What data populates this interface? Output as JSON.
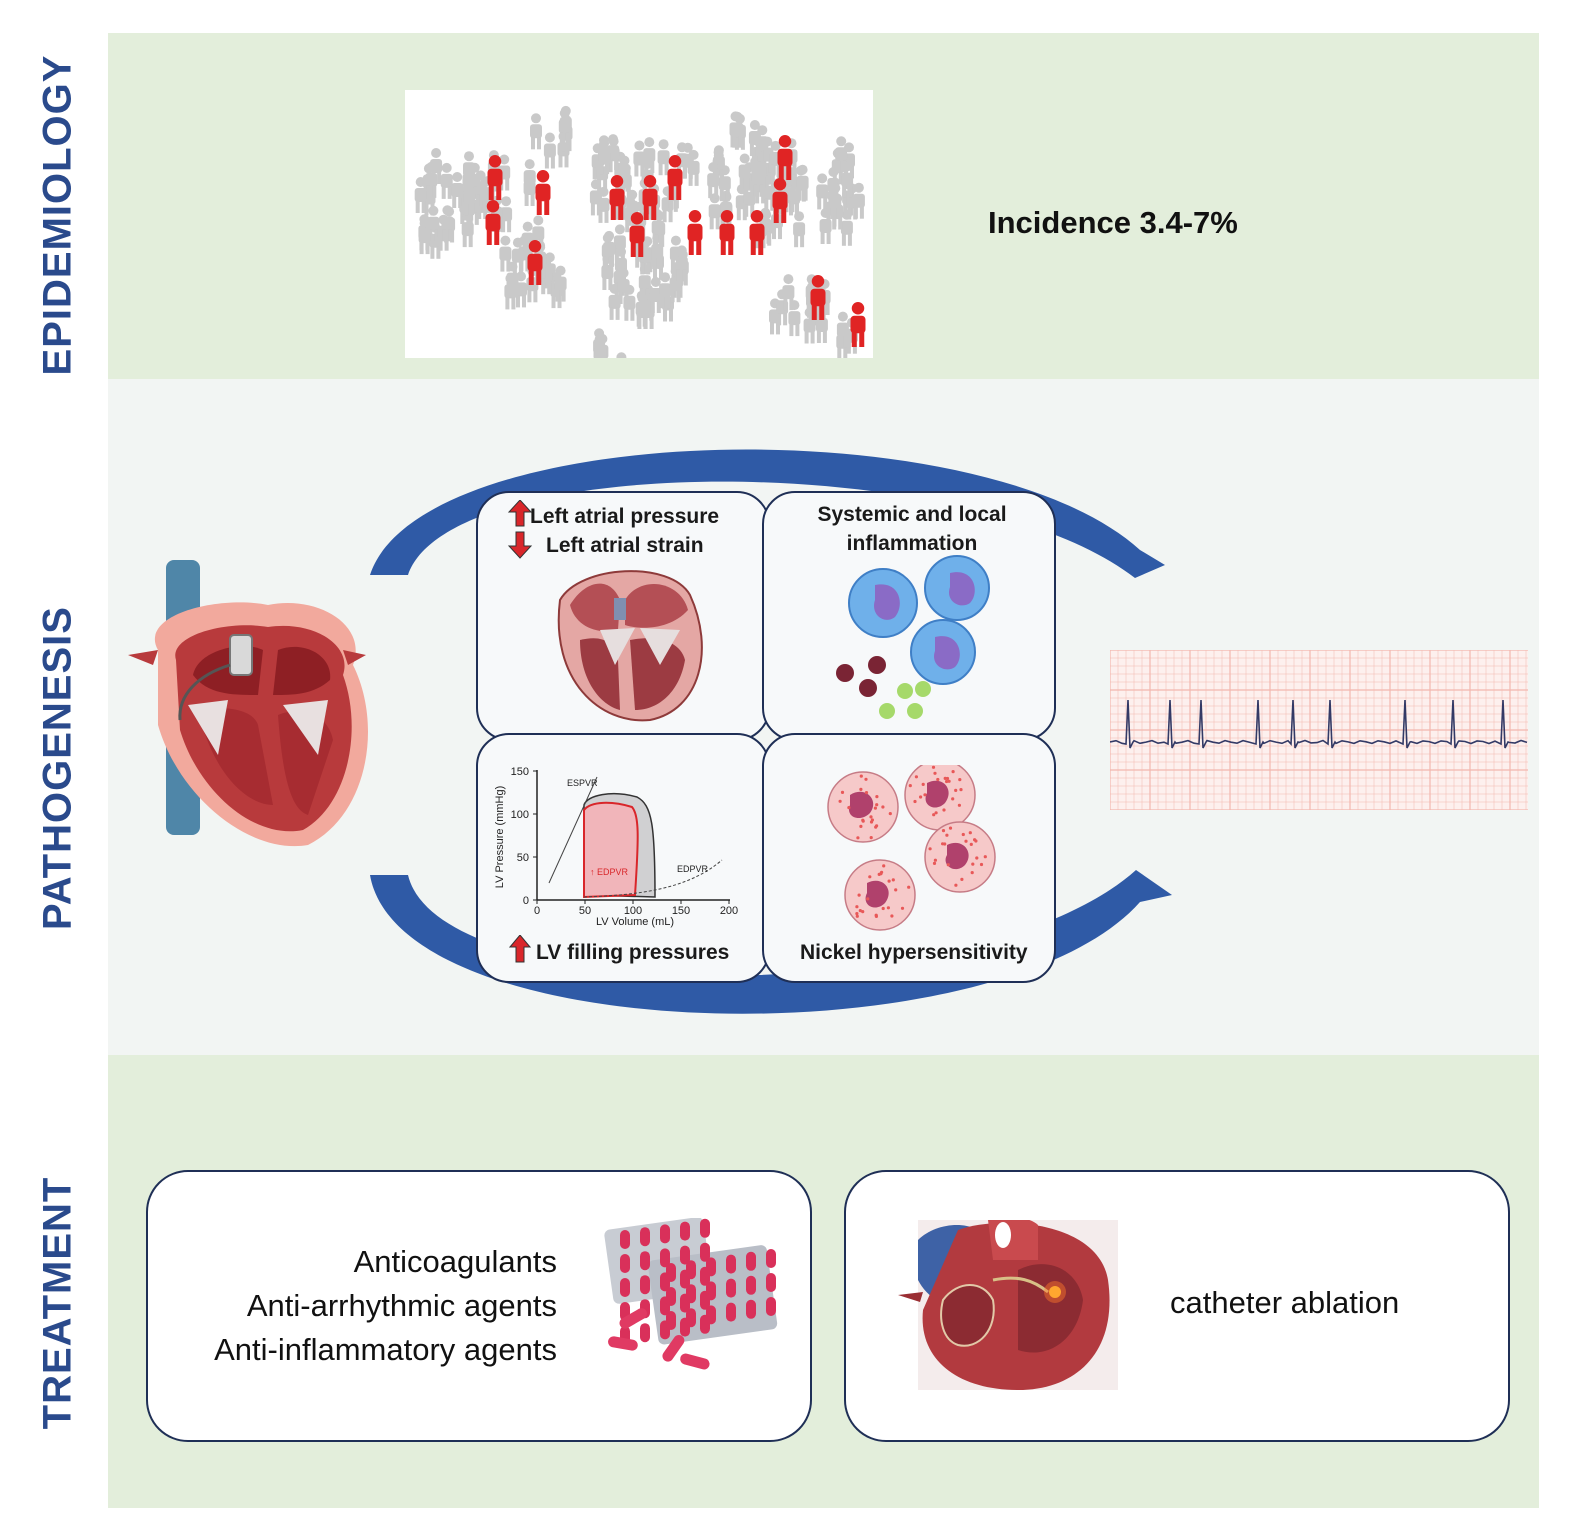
{
  "sections": {
    "epidemiology": "EPIDEMIOLOGY",
    "pathogenesis": "PATHOGENESIS",
    "treatment": "TREATMENT"
  },
  "epidemiology": {
    "incidence": "Incidence 3.4-7%"
  },
  "pathogenesis": {
    "quadrants": {
      "atrial_line1": "Left atrial pressure",
      "atrial_line2": "Left atrial strain",
      "inflammation_line1": "Systemic and local",
      "inflammation_line2": "inflammation",
      "lv_filling": "LV filling pressures",
      "nickel": "Nickel hypersensitivity"
    },
    "pv_loop": {
      "ylabel": "LV Pressure (mmHg)",
      "xlabel": "LV Volume (mL)",
      "yticks": [
        "0",
        "50",
        "100",
        "150"
      ],
      "xticks": [
        "0",
        "50",
        "100",
        "150",
        "200"
      ],
      "espvr": "ESPVR",
      "edpvr": "EDPVR",
      "edpvr_up": "↑ EDPVR"
    }
  },
  "treatment": {
    "drugs": [
      "Anticoagulants",
      "Anti-arrhythmic agents",
      "Anti-inflammatory agents"
    ],
    "ablation": "catheter ablation"
  },
  "colors": {
    "green_band": "#e3eedb",
    "grey_band": "#f2f5f3",
    "label_blue": "#2a4a8c",
    "arrow_blue": "#2f5aa6",
    "highlight_red": "#d9262a"
  }
}
